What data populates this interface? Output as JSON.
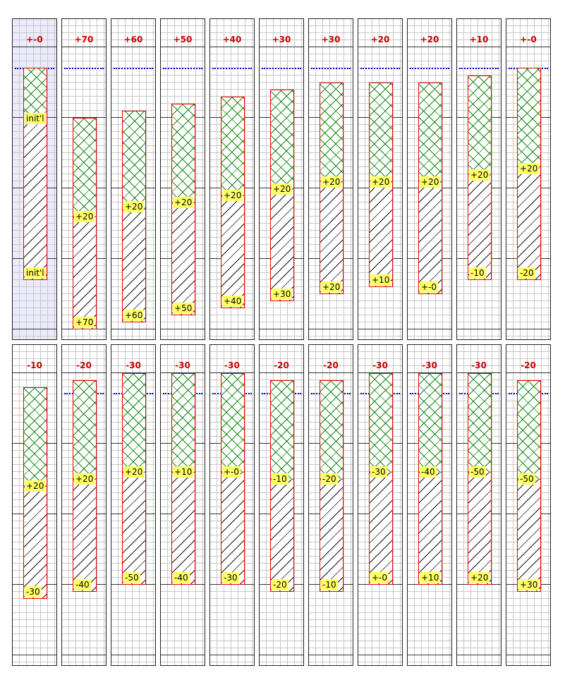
{
  "rows": [
    {
      "panels": [
        {
          "title": "+-0",
          "highlight": true,
          "dotted": true,
          "top_label": "init'l",
          "bottom_label": "init'l"
        },
        {
          "title": "+70",
          "dotted": true,
          "top_label": "+20",
          "bottom_label": "+70"
        },
        {
          "title": "+60",
          "dotted": true,
          "top_label": "+20",
          "bottom_label": "+60"
        },
        {
          "title": "+50",
          "dotted": true,
          "top_label": "+20",
          "bottom_label": "+50"
        },
        {
          "title": "+40",
          "dotted": true,
          "top_label": "+20",
          "bottom_label": "+40"
        },
        {
          "title": "+30",
          "dotted": true,
          "top_label": "+20",
          "bottom_label": "+30"
        },
        {
          "title": "+30",
          "dotted": true,
          "top_label": "+20",
          "bottom_label": "+20"
        },
        {
          "title": "+20",
          "dotted": true,
          "top_label": "+20",
          "bottom_label": "+10"
        },
        {
          "title": "+20",
          "dotted": true,
          "top_label": "+20",
          "bottom_label": "+-0"
        },
        {
          "title": "+10",
          "dotted": true,
          "top_label": "+20",
          "bottom_label": "-10"
        },
        {
          "title": "+-0",
          "dotted": true,
          "top_label": "+20",
          "bottom_label": "-20"
        }
      ]
    },
    {
      "panels": [
        {
          "title": "-10",
          "dotted": false,
          "top_label": "+20",
          "bottom_label": "-30"
        },
        {
          "title": "-20",
          "dotted": true,
          "top_label": "+20",
          "bottom_label": "-40"
        },
        {
          "title": "-30",
          "dotted": true,
          "top_label": "+20",
          "bottom_label": "-50"
        },
        {
          "title": "-30",
          "dotted": true,
          "top_label": "+10",
          "bottom_label": "-40"
        },
        {
          "title": "-30",
          "dotted": true,
          "top_label": "+-0",
          "bottom_label": "-30"
        },
        {
          "title": "-20",
          "dotted": true,
          "top_label": "-10",
          "bottom_label": "-20"
        },
        {
          "title": "-20",
          "dotted": true,
          "top_label": "-20",
          "bottom_label": "-10"
        },
        {
          "title": "-30",
          "dotted": true,
          "top_label": "-30",
          "bottom_label": "+-0"
        },
        {
          "title": "-30",
          "dotted": true,
          "top_label": "-40",
          "bottom_label": "+10"
        },
        {
          "title": "-30",
          "dotted": true,
          "top_label": "-50",
          "bottom_label": "+20"
        },
        {
          "title": "-20",
          "dotted": true,
          "top_label": "-50",
          "bottom_label": "+30"
        }
      ]
    }
  ],
  "colors": {
    "title": "#cc0000",
    "label_bg": "#ffff66",
    "bar_border": "#ee0000",
    "crosshatch": "#118811",
    "dotted_line": "#0000cc",
    "highlight_bg": "#ebebfb"
  }
}
